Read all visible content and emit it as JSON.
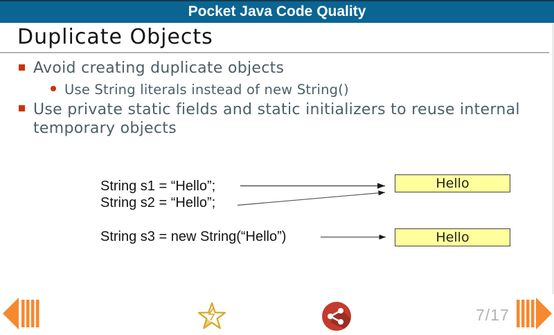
{
  "header": {
    "title": "Pocket Java Code Quality",
    "bg_color": "#0B6593"
  },
  "slide": {
    "title": "Duplicate Objects",
    "bullets": [
      {
        "level": 1,
        "text": "Avoid creating duplicate objects"
      },
      {
        "level": 2,
        "text": "Use String literals instead of new String()"
      },
      {
        "level": 1,
        "text": "Use private static fields and static initializers to reuse internal temporary objects"
      }
    ],
    "code_lines": [
      "String s1 = “Hello”;",
      "String s2 = “Hello”;",
      "String s3 = new String(“Hello”)"
    ],
    "object_boxes": [
      {
        "label": "Hello"
      },
      {
        "label": "Hello"
      }
    ],
    "colors": {
      "bullet_accent": "#CC3300",
      "body_text": "#4C5F66",
      "box_fill": "#FFFF9C",
      "box_border": "#444444",
      "rule_gray": "#B3B3B3"
    }
  },
  "footer": {
    "page_indicator": "7/17",
    "icons": [
      {
        "name": "prev-fast-arrows-icon"
      },
      {
        "name": "favorite-star-icon"
      },
      {
        "name": "share-network-icon"
      },
      {
        "name": "next-fast-arrows-icon"
      }
    ],
    "colors": {
      "nav_orange": "#F6882F",
      "share_red": "#C23B2E",
      "share_shadow": "#9C2D21",
      "star_gold": "#D9A520",
      "page_text": "#B3B3B3"
    }
  }
}
